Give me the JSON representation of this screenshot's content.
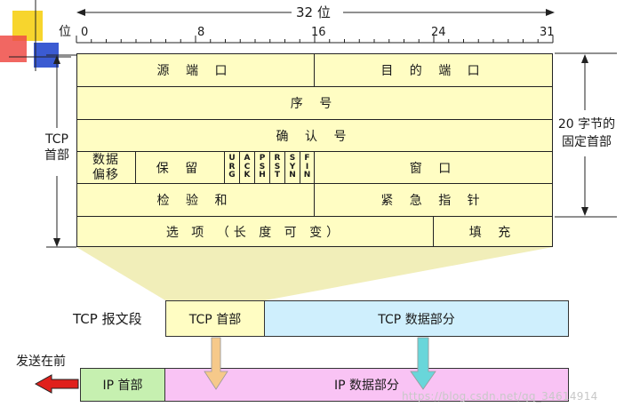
{
  "ruler": {
    "width_label": "32 位",
    "bit_label": "位",
    "ticks": [
      "0",
      "8",
      "16",
      "24",
      "31"
    ]
  },
  "header": {
    "row1": {
      "src_port": "源 端 口",
      "dst_port": "目 的 端 口"
    },
    "row2": {
      "seq": "序 号"
    },
    "row3": {
      "ack": "确 认 号"
    },
    "row4": {
      "offset": "数据\n偏移",
      "reserved": "保 留",
      "flags": [
        {
          "name": "flag-urg",
          "label": "URG"
        },
        {
          "name": "flag-ack",
          "label": "ACK"
        },
        {
          "name": "flag-psh",
          "label": "PSH"
        },
        {
          "name": "flag-rst",
          "label": "RST"
        },
        {
          "name": "flag-syn",
          "label": "SYN"
        },
        {
          "name": "flag-fin",
          "label": "FIN"
        }
      ],
      "window": "窗 口"
    },
    "row5": {
      "checksum": "检 验 和",
      "urgent": "紧 急 指 针"
    },
    "row6": {
      "options": "选 项 （长 度 可 变）",
      "padding": "填 充"
    }
  },
  "labels": {
    "tcp_header_left": "TCP\n首部",
    "fixed_header_right": "20 字节的\n固定首部",
    "tcp_segment": "TCP 报文段",
    "send_first": "发送在前"
  },
  "segment": {
    "tcp_header": "TCP 首部",
    "tcp_data": "TCP 数据部分",
    "ip_header": "IP 首部",
    "ip_data": "IP 数据部分"
  },
  "watermark": "https://blog.csdn.net/qq_34614914",
  "colors": {
    "header_fill": "#fffdc3",
    "trapezoid": "#f1eeb9",
    "tcp_header_box": "#fffdc3",
    "tcp_data_box": "#cfeffd",
    "ip_header_box": "#c6f0b0",
    "ip_data_box": "#f9c3f4",
    "arrow_red": "#e0201c",
    "arrow_orange": "#f6c98a",
    "arrow_teal": "#69d6da",
    "logo_yellow": "#f7d52d",
    "logo_red": "#ef4c46",
    "logo_blue": "#3b5bd2"
  }
}
